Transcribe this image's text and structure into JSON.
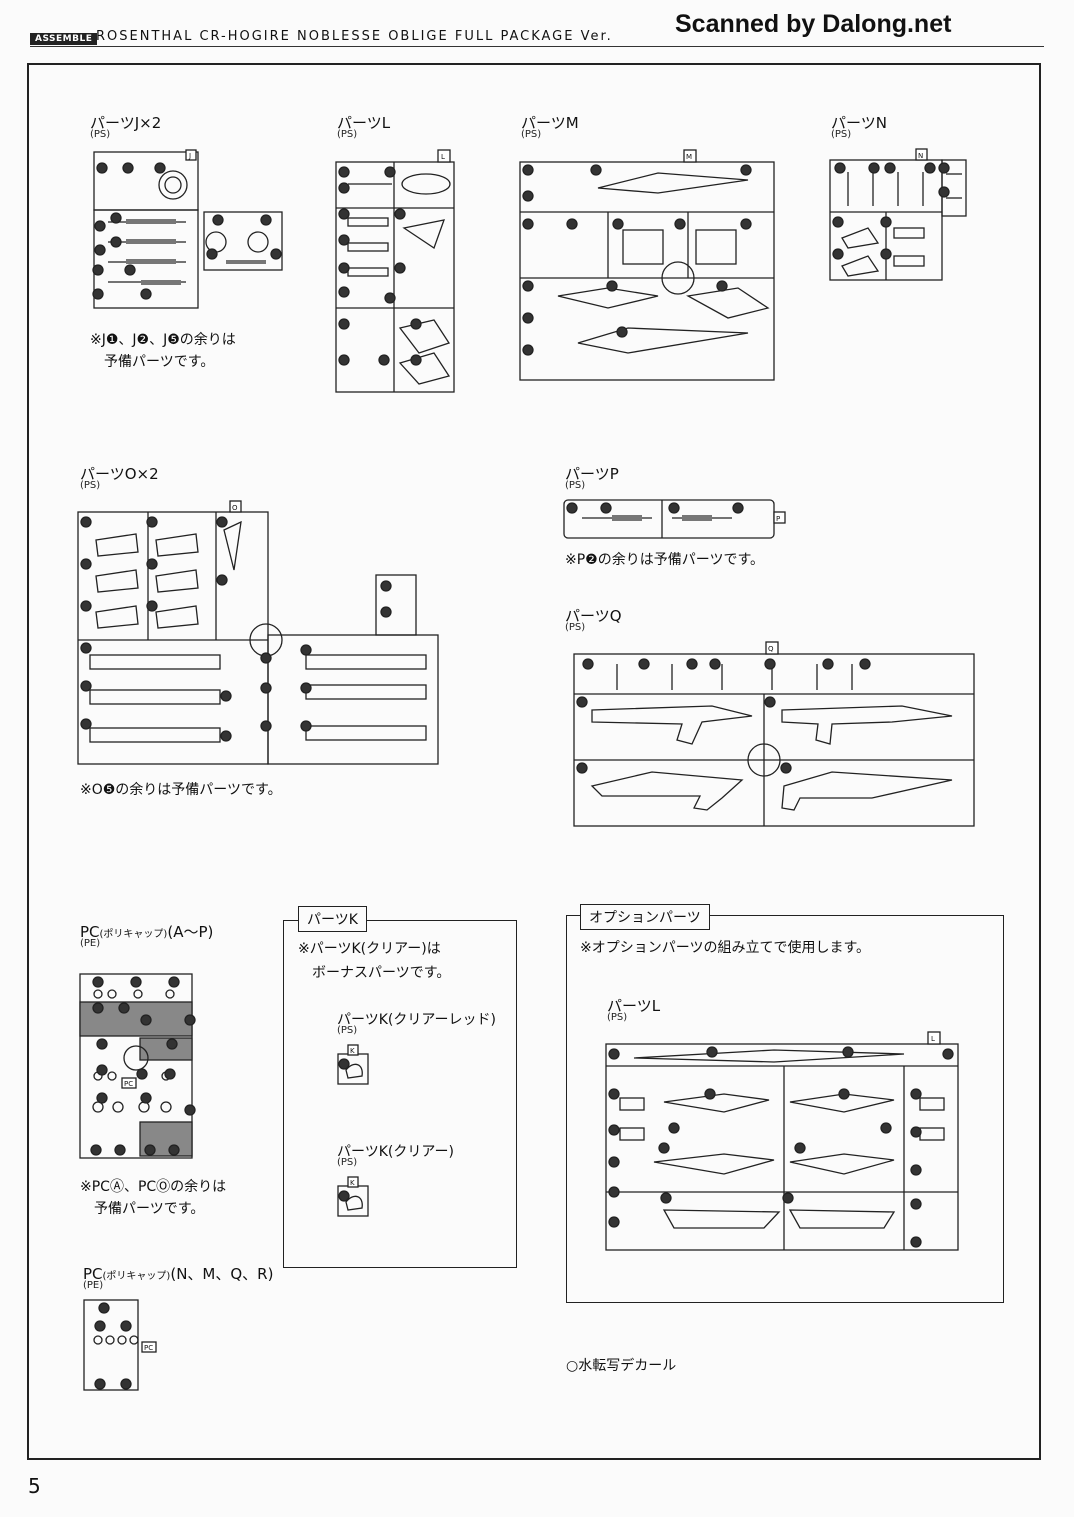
{
  "header": {
    "tag": "ASSEMBLE",
    "title": "ROSENTHAL CR-HOGIRE NOBLESSE OBLIGE FULL PACKAGE Ver.",
    "watermark": "Scanned by Dalong.net"
  },
  "parts": {
    "j": {
      "label": "パーツJ×2",
      "material": "(PS)",
      "letter": "J"
    },
    "l": {
      "label": "パーツL",
      "material": "(PS)",
      "letter": "L"
    },
    "m": {
      "label": "パーツM",
      "material": "(PS)",
      "letter": "M"
    },
    "n": {
      "label": "パーツN",
      "material": "(PS)",
      "letter": "N"
    },
    "o": {
      "label": "パーツO×2",
      "material": "(PS)",
      "letter": "O"
    },
    "p": {
      "label": "パーツP",
      "material": "(PS)",
      "letter": "P"
    },
    "q": {
      "label": "パーツQ",
      "material": "(PS)",
      "letter": "Q"
    },
    "pc1": {
      "label": "PC",
      "label_small": "(ポリキャップ)",
      "label_range": "(A〜P)",
      "material": "(PE)"
    },
    "pc2": {
      "label": "PC",
      "label_small": "(ポリキャップ)",
      "label_range": "(N、M、Q、R)",
      "material": "(PE)"
    }
  },
  "notes": {
    "j_line1": "※J❶、J❷、J❺の余りは",
    "j_line2": "予備パーツです。",
    "o": "※O❺の余りは予備パーツです。",
    "p": "※P❷の余りは予備パーツです。",
    "pc_line1": "※PCⒶ、PCⓄの余りは",
    "pc_line2": "予備パーツです。"
  },
  "k_box": {
    "title": "パーツK",
    "note_line1": "※パーツK(クリアー)は",
    "note_line2": "ボーナスパーツです。",
    "part1_label": "パーツK(クリアーレッド)",
    "part1_material": "(PS)",
    "part2_label": "パーツK(クリアー)",
    "part2_material": "(PS)"
  },
  "option_box": {
    "title": "オプションパーツ",
    "note": "※オプションパーツの組み立てで使用します。",
    "part_label": "パーツL",
    "part_material": "(PS)"
  },
  "decal": "○水転写デカール",
  "page_number": "5"
}
